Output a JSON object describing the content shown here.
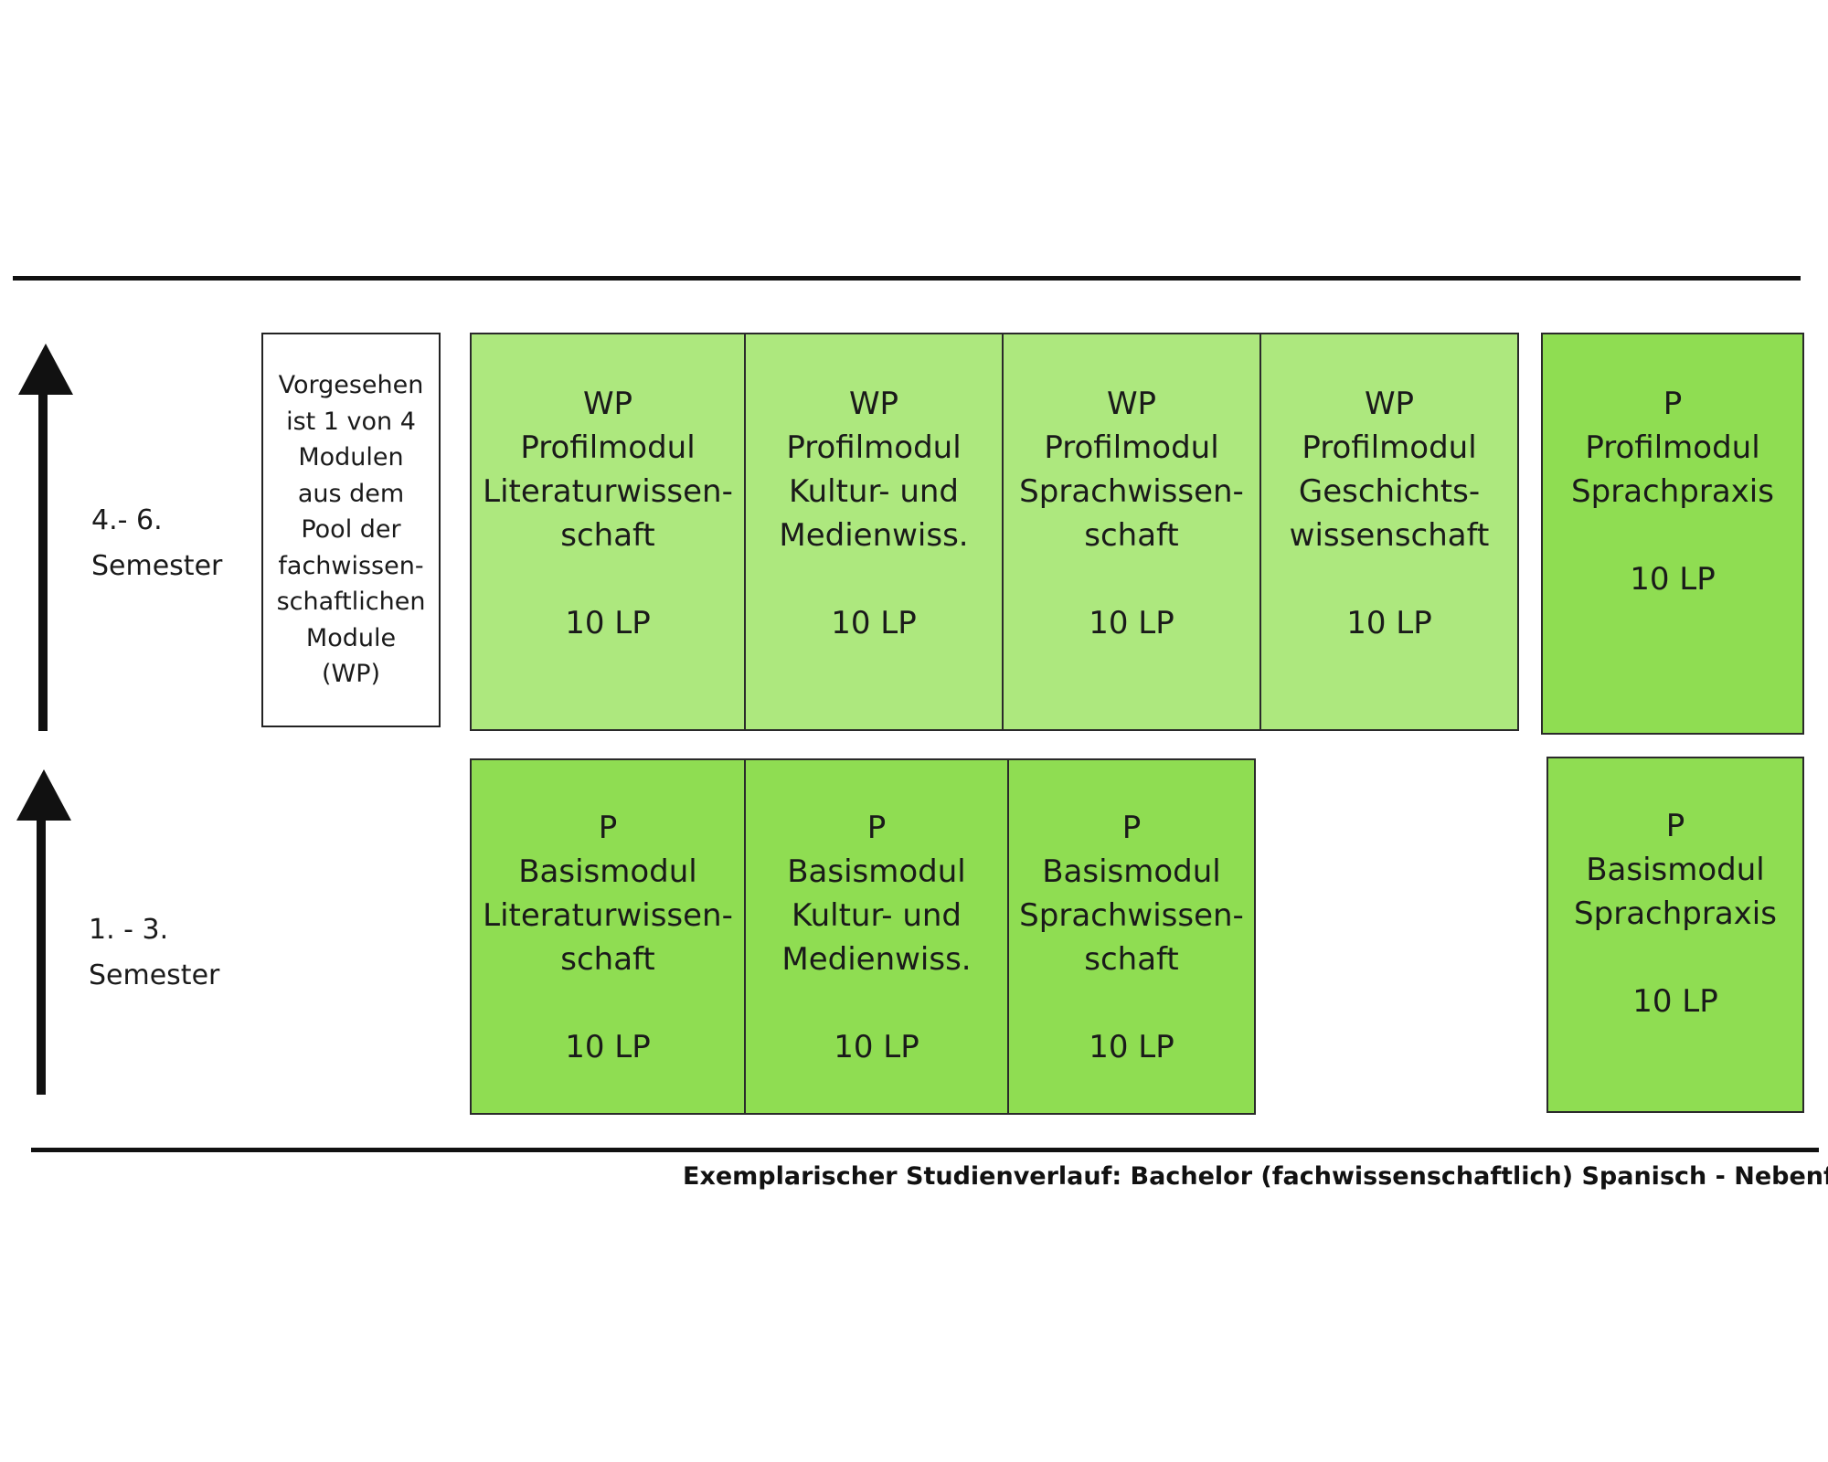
{
  "semester_upper": [
    "4.- 6.",
    "Semester"
  ],
  "semester_lower": [
    "1. - 3.",
    "Semester"
  ],
  "note": [
    "Vorgesehen",
    "ist 1 von 4",
    "Modulen",
    "aus dem",
    "Pool der",
    "fachwissen-",
    "schaftlichen",
    "Module",
    "(WP)"
  ],
  "modules_upper": [
    {
      "type": "WP",
      "lines": [
        "Profilmodul",
        "Literaturwissen-",
        "schaft"
      ],
      "lp": "10 LP"
    },
    {
      "type": "WP",
      "lines": [
        "Profilmodul",
        "Kultur- und",
        "Medienwiss."
      ],
      "lp": "10 LP"
    },
    {
      "type": "WP",
      "lines": [
        "Profilmodul",
        "Sprachwissen-",
        "schaft"
      ],
      "lp": "10 LP"
    },
    {
      "type": "WP",
      "lines": [
        "Profilmodul",
        "Geschichts-",
        "wissenschaft"
      ],
      "lp": "10 LP"
    },
    {
      "type": "P",
      "lines": [
        "Profilmodul",
        "Sprachpraxis"
      ],
      "lp": "10 LP"
    }
  ],
  "modules_lower": [
    {
      "type": "P",
      "lines": [
        "Basismodul",
        "Literaturwissen-",
        "schaft"
      ],
      "lp": "10 LP"
    },
    {
      "type": "P",
      "lines": [
        "Basismodul",
        "Kultur- und",
        "Medienwiss."
      ],
      "lp": "10 LP"
    },
    {
      "type": "P",
      "lines": [
        "Basismodul",
        "Sprachwissen-",
        "schaft"
      ],
      "lp": "10 LP"
    },
    {
      "type": "P",
      "lines": [
        "Basismodul",
        "Sprachpraxis"
      ],
      "lp": "10 LP"
    }
  ],
  "caption": "Exemplarischer Studienverlauf: Bachelor (fachwissenschaftlich) Spanisch - Nebenfach",
  "colors": {
    "wp_module": "#ade87e",
    "p_module": "#8fdd52",
    "lines": "#111111"
  }
}
